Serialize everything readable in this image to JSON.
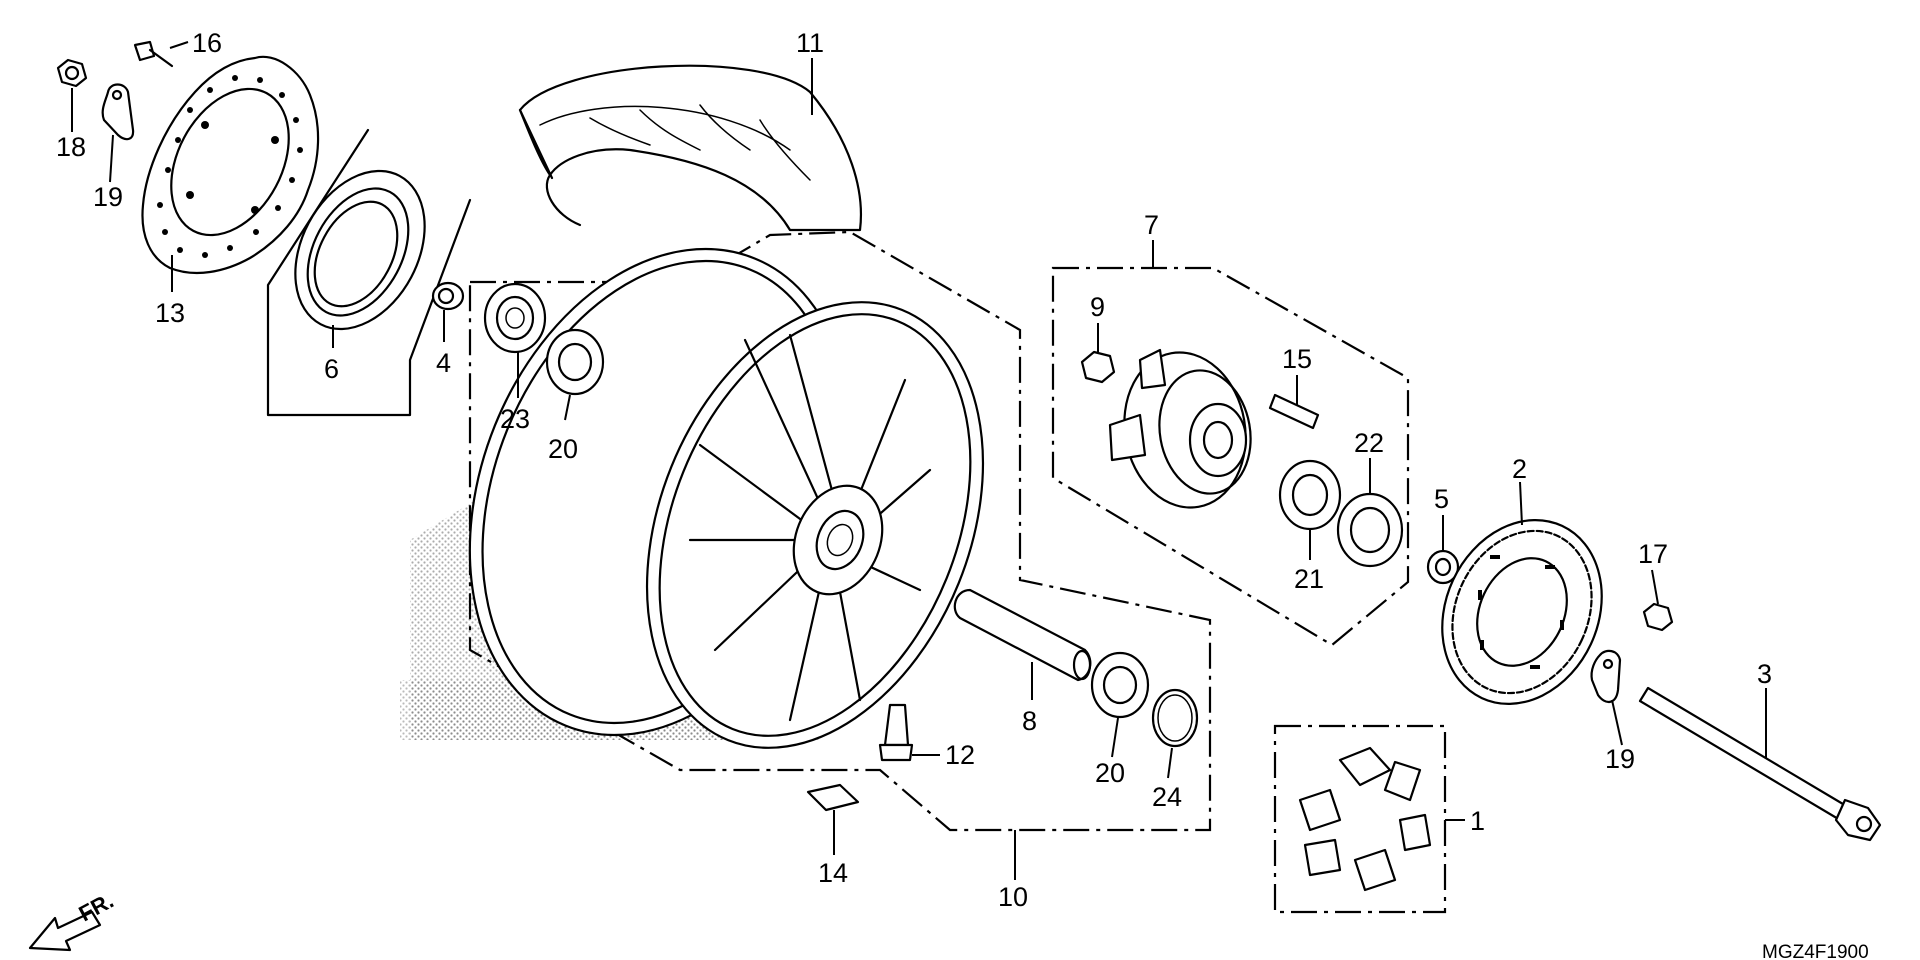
{
  "diagram": {
    "code": "MGZ4F1900",
    "direction_label": "FR.",
    "arrow_icon": "front-direction-arrow-icon",
    "callouts": [
      {
        "id": "c1",
        "text": "1"
      },
      {
        "id": "c2",
        "text": "2"
      },
      {
        "id": "c3",
        "text": "3"
      },
      {
        "id": "c4",
        "text": "4"
      },
      {
        "id": "c5",
        "text": "5"
      },
      {
        "id": "c6",
        "text": "6"
      },
      {
        "id": "c7",
        "text": "7"
      },
      {
        "id": "c8",
        "text": "8"
      },
      {
        "id": "c9",
        "text": "9"
      },
      {
        "id": "c10",
        "text": "10"
      },
      {
        "id": "c11",
        "text": "11"
      },
      {
        "id": "c12",
        "text": "12"
      },
      {
        "id": "c13",
        "text": "13"
      },
      {
        "id": "c14",
        "text": "14"
      },
      {
        "id": "c15",
        "text": "15"
      },
      {
        "id": "c16",
        "text": "16"
      },
      {
        "id": "c17",
        "text": "17"
      },
      {
        "id": "c18",
        "text": "18"
      },
      {
        "id": "c19a",
        "text": "19"
      },
      {
        "id": "c19b",
        "text": "19"
      },
      {
        "id": "c20a",
        "text": "20"
      },
      {
        "id": "c20b",
        "text": "20"
      },
      {
        "id": "c21",
        "text": "21"
      },
      {
        "id": "c22",
        "text": "22"
      },
      {
        "id": "c23",
        "text": "23"
      },
      {
        "id": "c24",
        "text": "24"
      }
    ]
  }
}
